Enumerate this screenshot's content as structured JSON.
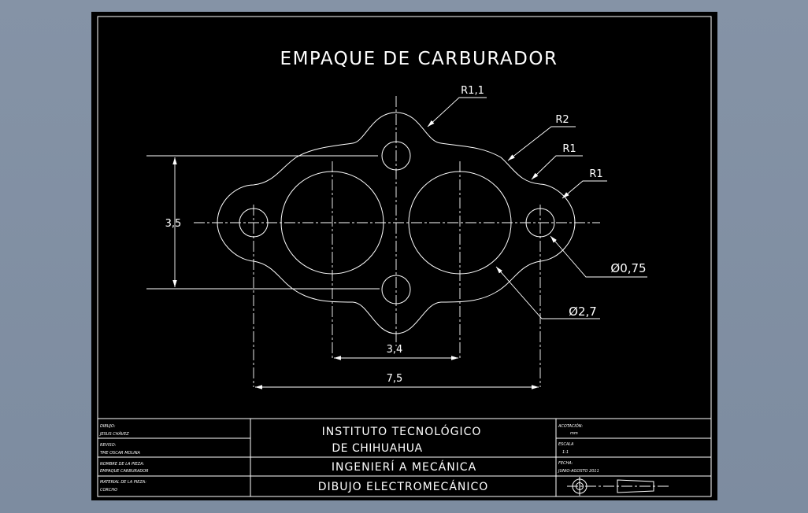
{
  "drawing": {
    "title": "EMPAQUE DE CARBURADOR",
    "dimensions": {
      "r_top": "R1,1",
      "r_shoulder": "R2",
      "r_neck": "R1",
      "r_ear": "R1",
      "bolt_dia": "Ø0,75",
      "bore_dia": "Ø2,7",
      "height": "3,5",
      "bore_spacing": "3,4",
      "overall_width": "7,5"
    }
  },
  "title_block": {
    "left": {
      "dibujo_label": "DIBUJO:",
      "dibujo_value": "JESUS CHÁVEZ",
      "reviso_label": "REVISO:",
      "reviso_value": "TME OSCAR MOLINA",
      "nombre_label": "NOMBRE DE LA PIEZA:",
      "nombre_value": "EMPAQUE CARBURADOR",
      "material_label": "MATERIAL DE LA PIEZA:",
      "material_value": "CORCHO"
    },
    "center": {
      "institute_line1": "INSTITUTO TECNOLÓGICO",
      "institute_line2": "DE CHIHUAHUA",
      "department": "INGENIERÍ A MECÁNICA",
      "course": "DIBUJO ELECTROMECÁNICO"
    },
    "right": {
      "acotacion_label": "ACOTACIÓN:",
      "acotacion_value": "mm",
      "escala_label": "ESCALA",
      "escala_value": "1:1",
      "fecha_label": "FECHA:",
      "fecha_value": "JUNIO-AGOSTO 2011"
    }
  }
}
